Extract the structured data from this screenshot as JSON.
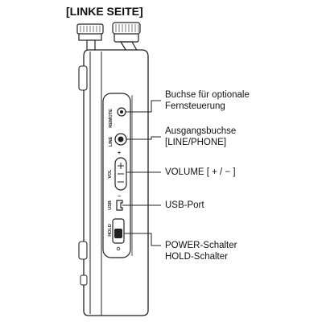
{
  "page_title": "[LINKE SEITE]",
  "callouts": {
    "remote": [
      "Buchse für optionale",
      "Fernsteuerung"
    ],
    "output": [
      "Ausgangsbuchse",
      "[LINE/PHONE]"
    ],
    "volume": [
      "VOLUME [ + / − ]"
    ],
    "usb": [
      "USB-Port"
    ],
    "power": [
      "POWER-Schalter",
      "HOLD-Schalter"
    ]
  },
  "device_labels": {
    "remote": "REMOTE",
    "line": "LINE",
    "volume": "VOL",
    "plus": "+",
    "minus": "−",
    "usb": "USB",
    "hold": "HOLD"
  }
}
